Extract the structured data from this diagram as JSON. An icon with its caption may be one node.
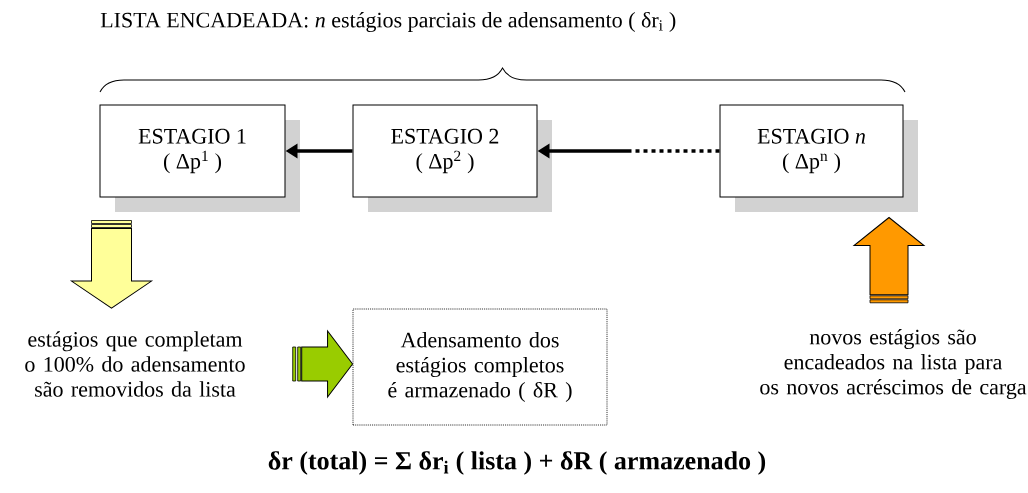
{
  "diagram": {
    "title": "LISTA ENCADEADA: *n* estágios parciais de adensamento ( δr$_{i}$ )",
    "caption": "δr (total) = Σ δr$_{i}$ ( lista ) + δR ( armazenado )",
    "nodes": [
      {
        "text": [
          "ESTAGIO 1",
          "( Δp$^{1}$ )"
        ]
      },
      {
        "text": [
          "ESTAGIO 2",
          "( Δp$^{2}$ )"
        ]
      },
      {
        "text": [
          "ESTAGIO *n*",
          "( Δp$^{n}$ )"
        ]
      },
      {
        "text": [
          "estágios que completam o 100% do adensamento são removidos da lista"
        ]
      },
      {
        "text": [
          "Adensamento dos estágios completos é armazenado ( δR )"
        ]
      },
      {
        "text": [
          "novos estágios são encadeados na lista para os novos acréscimos de carga"
        ]
      }
    ],
    "edges": [
      {
        "from": 1,
        "to": 0,
        "arrow": "to"
      },
      {
        "from": 2,
        "to": 1,
        "arrow": "to",
        "style": "dashed"
      },
      {
        "from": 0,
        "to": 3,
        "arrow": "to",
        "style": "thick",
        "color": "#ffff99"
      },
      {
        "from": 3,
        "to": 4,
        "arrow": "to",
        "style": "thick",
        "color": "#99cc00"
      },
      {
        "from": 5,
        "to": 2,
        "arrow": "to",
        "style": "thick",
        "color": "#ff9900"
      }
    ]
  }
}
